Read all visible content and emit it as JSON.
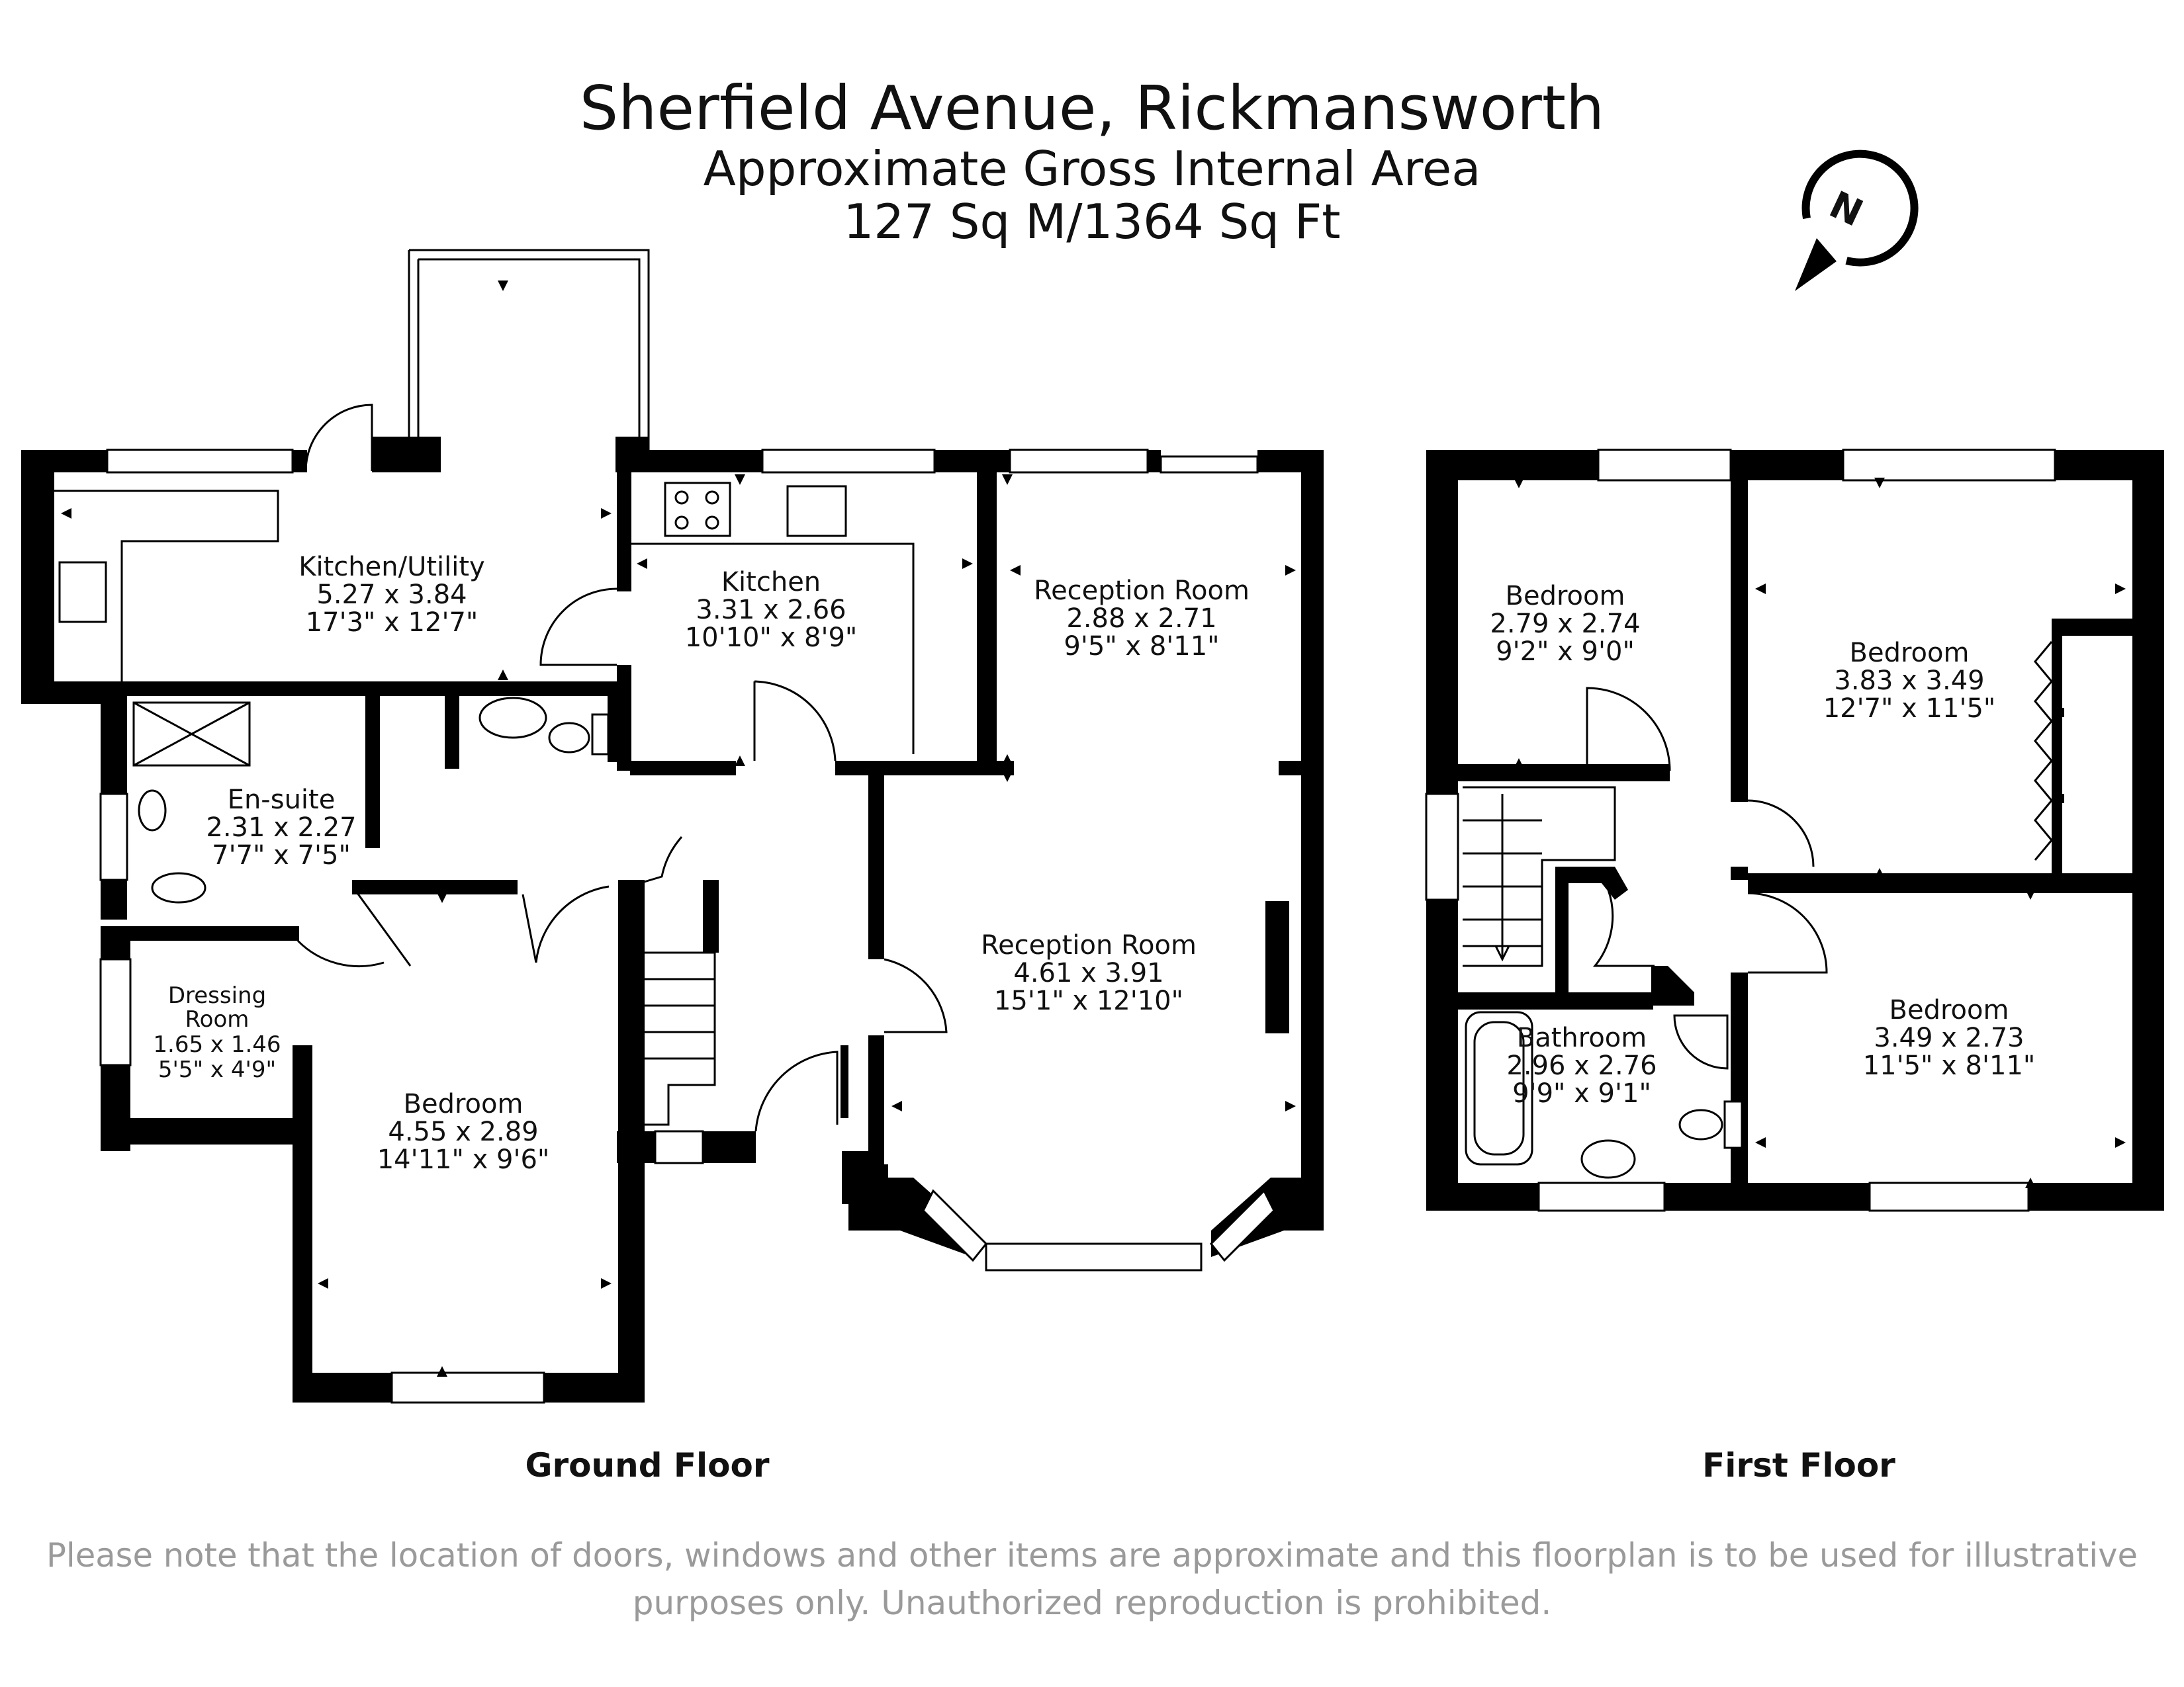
{
  "header": {
    "title": "Sherfield Avenue, Rickmansworth",
    "subtitle": "Approximate Gross Internal Area",
    "area": "127 Sq M/1364 Sq Ft"
  },
  "compass": {
    "label": "N"
  },
  "floors": [
    {
      "label": "Ground Floor"
    },
    {
      "label": "First Floor"
    }
  ],
  "rooms": {
    "kitchen_utility": {
      "name": "Kitchen/Utility",
      "metric": "5.27 x 3.84",
      "imperial": "17'3\" x 12'7\""
    },
    "kitchen": {
      "name": "Kitchen",
      "metric": "3.31 x 2.66",
      "imperial": "10'10\" x 8'9\""
    },
    "reception_1": {
      "name": "Reception Room",
      "metric": "2.88 x 2.71",
      "imperial": "9'5\" x 8'11\""
    },
    "en_suite": {
      "name": "En-suite",
      "metric": "2.31 x 2.27",
      "imperial": "7'7\" x 7'5\""
    },
    "dressing": {
      "name_1": "Dressing",
      "name_2": "Room",
      "metric": "1.65 x 1.46",
      "imperial": "5'5\" x 4'9\""
    },
    "reception_2": {
      "name": "Reception Room",
      "metric": "4.61 x 3.91",
      "imperial": "15'1\" x 12'10\""
    },
    "ground_bedroom": {
      "name": "Bedroom",
      "metric": "4.55 x 2.89",
      "imperial": "14'11\" x 9'6\""
    },
    "bedroom_a": {
      "name": "Bedroom",
      "metric": "2.79 x 2.74",
      "imperial": "9'2\" x 9'0\""
    },
    "bedroom_b": {
      "name": "Bedroom",
      "metric": "3.83 x 3.49",
      "imperial": "12'7\" x 11'5\""
    },
    "bedroom_c": {
      "name": "Bedroom",
      "metric": "3.49 x 2.73",
      "imperial": "11'5\" x 8'11\""
    },
    "bathroom": {
      "name": "Bathroom",
      "metric": "2.96 x 2.76",
      "imperial": "9'9\" x 9'1\""
    }
  },
  "disclaimer": {
    "line1": "Please note that the location of doors, windows and other items are approximate and this floorplan is to be used for illustrative",
    "line2": "purposes only. Unauthorized reproduction is prohibited."
  },
  "colors": {
    "wall": "#000000",
    "text": "#111111",
    "disclaimer": "#9a9a9a"
  }
}
